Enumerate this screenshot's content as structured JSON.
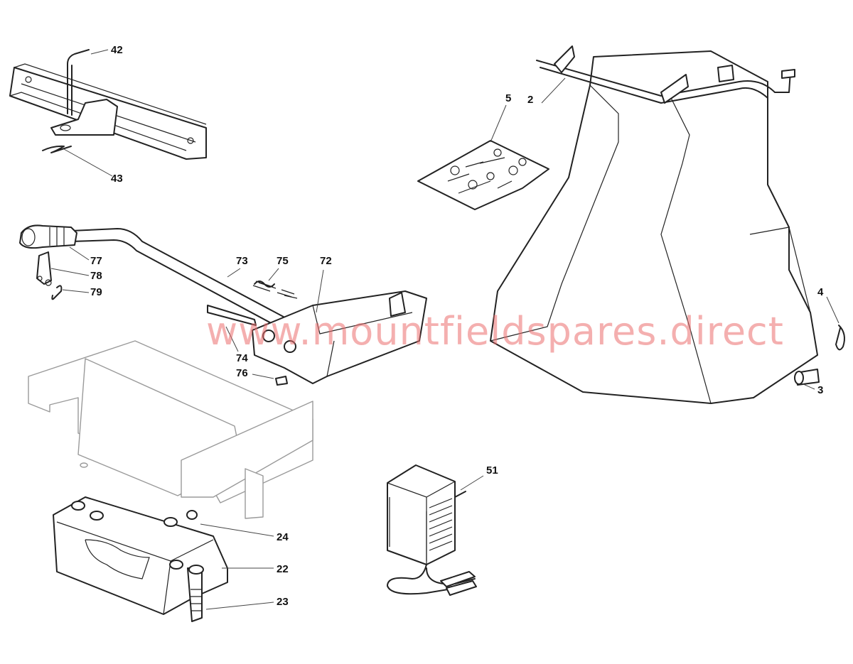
{
  "callouts": {
    "c2": "2",
    "c3": "3",
    "c4": "4",
    "c5": "5",
    "c22": "22",
    "c23": "23",
    "c24": "24",
    "c42": "42",
    "c43": "43",
    "c51": "51",
    "c72": "72",
    "c73": "73",
    "c74": "74",
    "c75": "75",
    "c76": "76",
    "c77": "77",
    "c78": "78",
    "c79": "79"
  },
  "watermark": "www.mountfieldspares.direct"
}
